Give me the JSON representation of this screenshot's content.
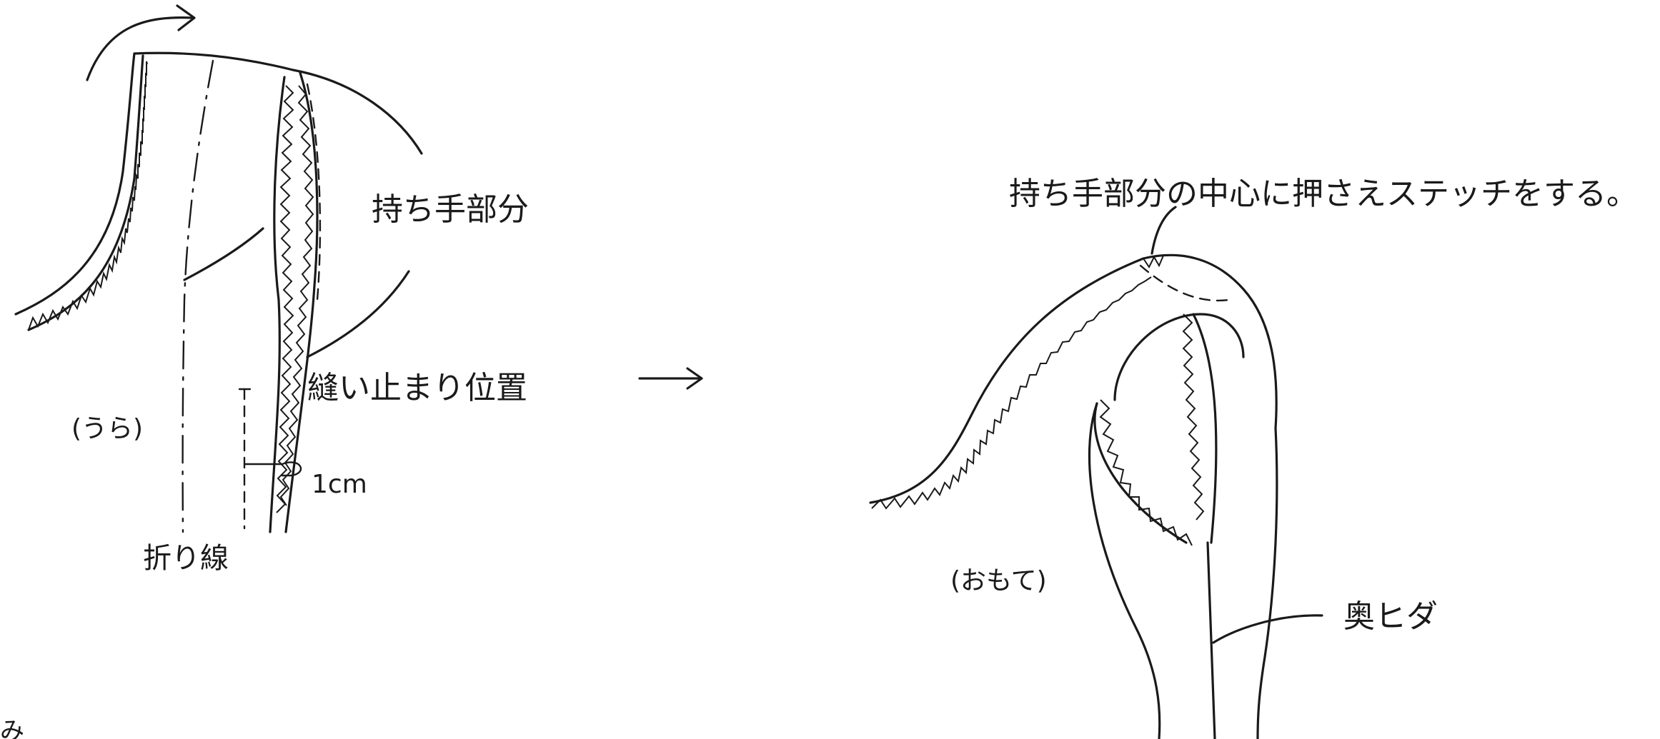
{
  "left_figure": {
    "handle_part": "持ち手部分",
    "stitch_stop_position": "縫い止まり位置",
    "wrong_side": "(うら)",
    "measure": "1cm",
    "fold_line": "折り線"
  },
  "right_figure": {
    "instruction": "持ち手部分の中心に押さえステッチをする。",
    "right_side": "(おもて)",
    "back_pleat": "奥ヒダ"
  },
  "corner_text": "み"
}
